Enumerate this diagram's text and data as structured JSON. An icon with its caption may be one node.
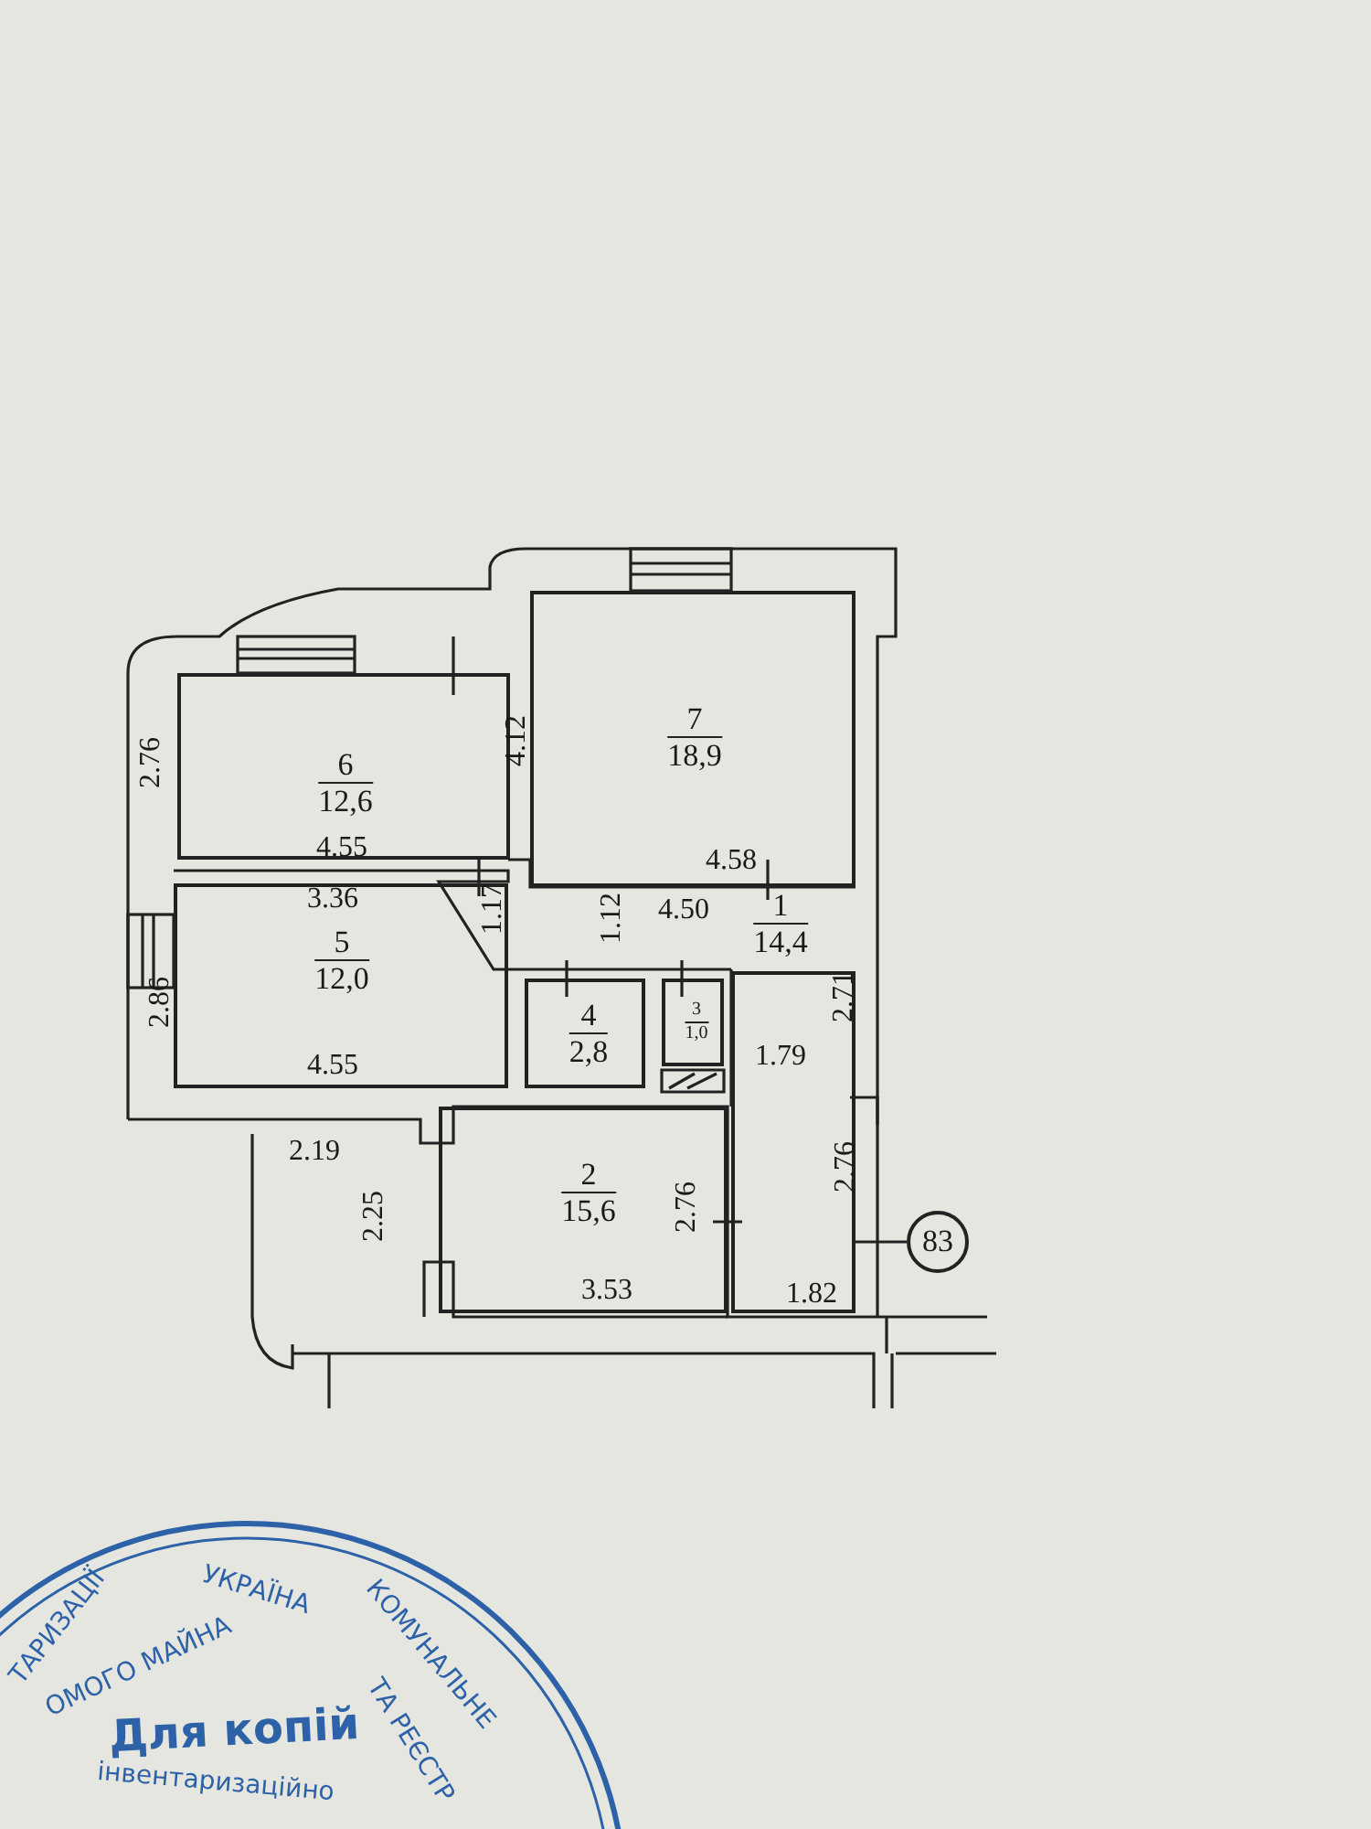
{
  "diagram": {
    "nodes": [
      {
        "text": [
          "1",
          "14,4"
        ]
      },
      {
        "text": [
          "2",
          "15,6"
        ]
      },
      {
        "text": [
          "3",
          "1,0"
        ]
      },
      {
        "text": [
          "4",
          "2,8"
        ]
      },
      {
        "text": [
          "5",
          "12,0"
        ]
      },
      {
        "text": [
          "6",
          "12,6"
        ]
      },
      {
        "text": [
          "7",
          "18,9"
        ]
      },
      {
        "text": [
          "83"
        ]
      }
    ],
    "labels": [
      "2.76",
      "4.12",
      "4.55",
      "4.58",
      "3.36",
      "1.17",
      "1.12",
      "4.50",
      "2.86",
      "2.71",
      "4.55",
      "1.79",
      "2.19",
      "2.25",
      "2.76",
      "2.76",
      "3.53",
      "1.82",
      "ТАРИЗАЦІЇ",
      "УКРАЇНА",
      "ОМОГО МАЙНА",
      "КОМУНАЛЬНЕ",
      "ТА РЕЄСТР",
      "Для копій",
      "інвентаризаційно"
    ]
  }
}
